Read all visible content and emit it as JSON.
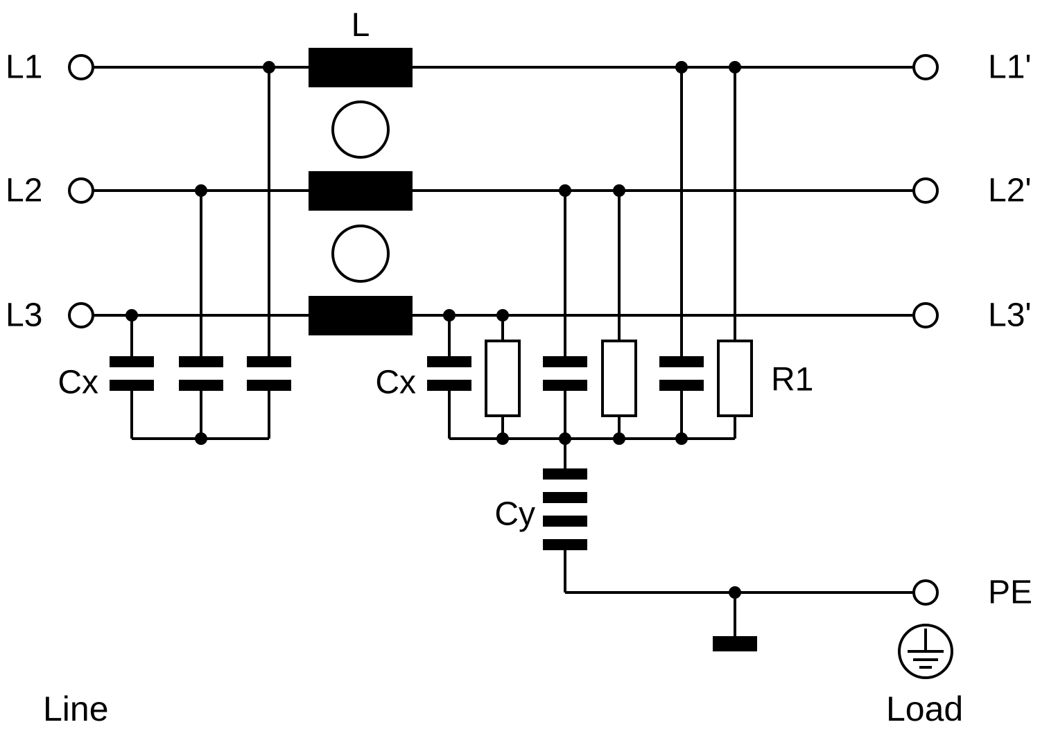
{
  "diagram": {
    "left_terminals": {
      "l1": "L1",
      "l2": "L2",
      "l3": "L3"
    },
    "right_terminals": {
      "l1": "L1'",
      "l2": "L2'",
      "l3": "L3'",
      "pe": "PE"
    },
    "components": {
      "inductor": "L",
      "cx_left": "Cx",
      "cx_right": "Cx",
      "cy": "Cy",
      "r1": "R1"
    },
    "captions": {
      "line": "Line",
      "load": "Load"
    },
    "colors": {
      "ink": "#000000",
      "background": "#ffffff"
    }
  }
}
